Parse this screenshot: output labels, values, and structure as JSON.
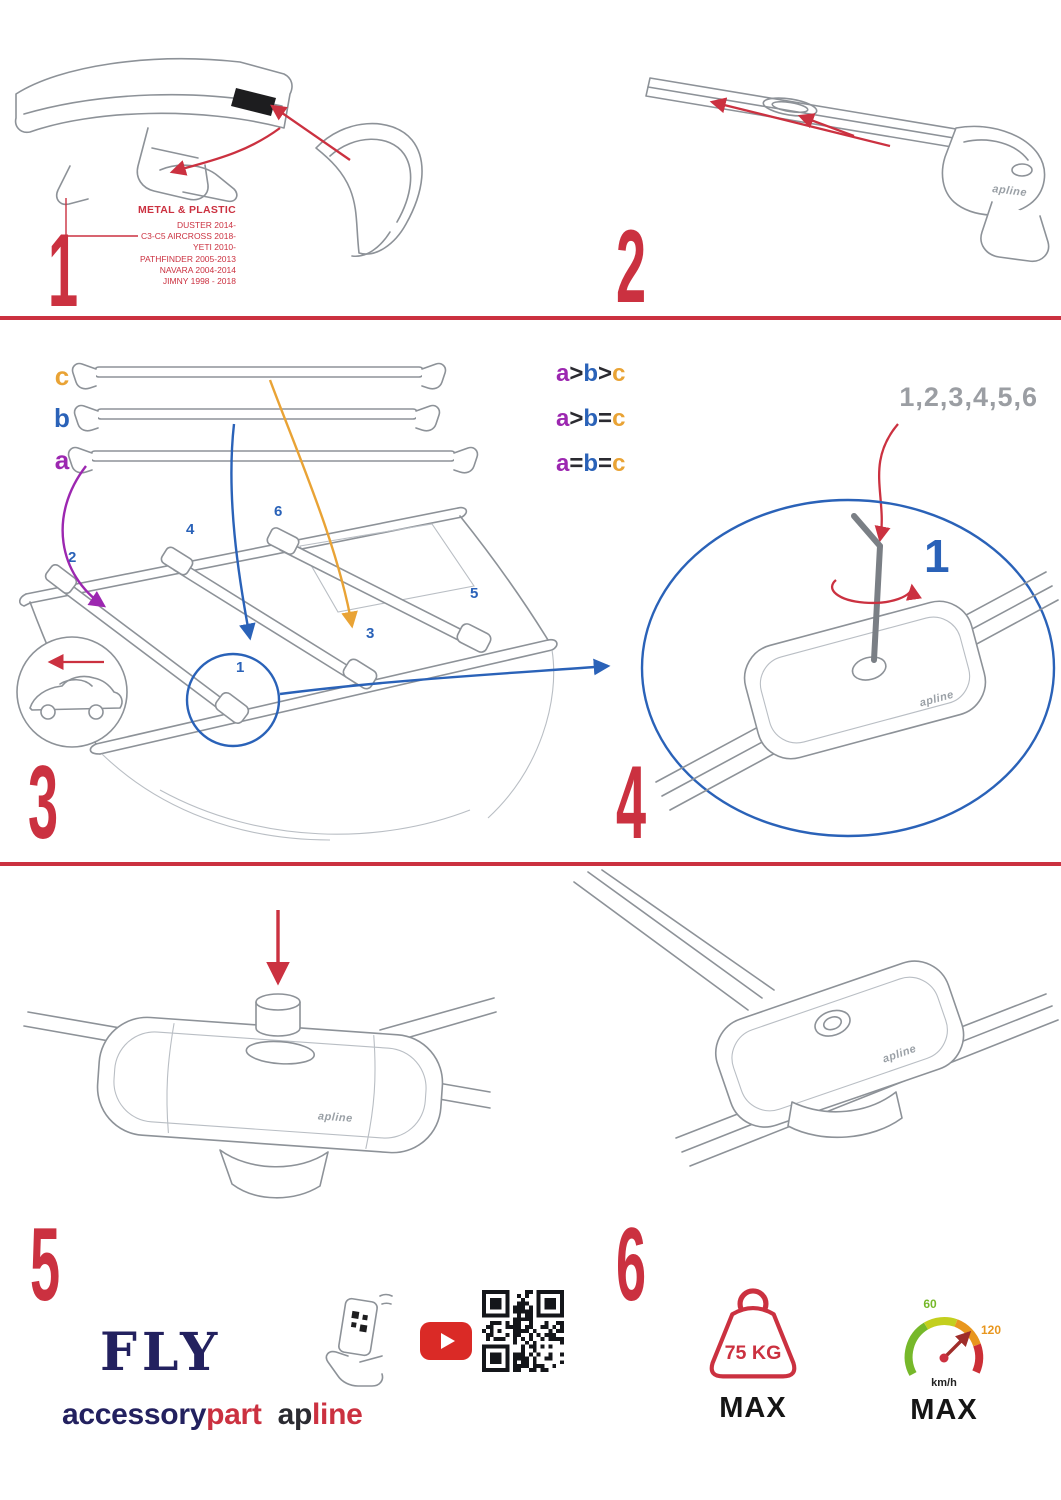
{
  "colors": {
    "red": "#cb3140",
    "blue": "#2a62b8",
    "purple": "#9c27b0",
    "orange": "#e9a335",
    "navy": "#23215f",
    "gray-seq": "#9b9ea3",
    "yt-red": "#da2a26"
  },
  "step1": {
    "number": "1",
    "material": "METAL & PLASTIC",
    "models": [
      "DUSTER 2014-",
      "C3-C5 AIRCROSS 2018-",
      "YETI 2010-",
      "PATHFINDER 2005-2013",
      "NAVARA 2004-2014",
      "JIMNY 1998 - 2018"
    ]
  },
  "step2": {
    "number": "2"
  },
  "step3": {
    "number": "3",
    "bars": [
      {
        "label": "c"
      },
      {
        "label": "b"
      },
      {
        "label": "a"
      }
    ],
    "rules": [
      {
        "l1": "a",
        "o1": ">",
        "l2": "b",
        "o2": ">",
        "l3": "c"
      },
      {
        "l1": "a",
        "o1": ">",
        "l2": "b",
        "o2": "=",
        "l3": "c"
      },
      {
        "l1": "a",
        "o1": "=",
        "l2": "b",
        "o2": "=",
        "l3": "c"
      }
    ],
    "positions": {
      "p1": "1",
      "p2": "2",
      "p3": "3",
      "p4": "4",
      "p5": "5",
      "p6": "6"
    }
  },
  "step4": {
    "number": "4",
    "sequence": "1,2,3,4,5,6",
    "first": "1"
  },
  "step5": {
    "number": "5"
  },
  "step6": {
    "number": "6"
  },
  "logo": "apline",
  "footer": {
    "fly": "FLY",
    "accessory": "accessory",
    "part": "part",
    "ap": "ap",
    "line": "line",
    "weight_value": "75 KG",
    "weight_max": "MAX",
    "speed_low": "60",
    "speed_high": "120",
    "speed_unit": "km/h",
    "speed_max": "MAX"
  }
}
